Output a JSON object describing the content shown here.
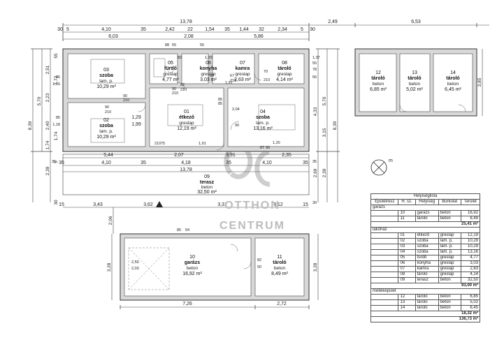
{
  "top_dims": {
    "row1": [
      "13,78",
      "2,49",
      "6,53"
    ],
    "row2": [
      "30",
      "5",
      "4,10",
      "35",
      "2,42",
      "22",
      "1,54",
      "35",
      "1,44",
      "32",
      "2,34",
      "5",
      "30"
    ],
    "row3": [
      "6,03",
      "2,08",
      "5,86"
    ]
  },
  "left_dims": {
    "outer": [
      "8,39"
    ],
    "mid": [
      "5,70"
    ],
    "inner": [
      "2,51",
      "2,23",
      "2,40",
      "1,74",
      "2,39"
    ],
    "edge": [
      "55",
      "1,72",
      "1,74",
      "5",
      "30"
    ],
    "window": [
      "85",
      "1,16",
      "85",
      "1,18"
    ]
  },
  "right_dims": {
    "outer": [
      "8,39"
    ],
    "mid": [
      "5,70"
    ],
    "inner": [
      "4,33",
      "3,15",
      "2,69",
      "2,39"
    ],
    "edge": [
      "1,37",
      "55",
      "78",
      "56",
      "35",
      "35",
      "30"
    ],
    "annex": [
      "3,85"
    ]
  },
  "mid_dims": {
    "row1": [
      "5,44",
      "2,07",
      "3,91",
      "2,35"
    ],
    "row2": [
      "35",
      "4,10",
      "35",
      "4,18",
      "35",
      "4,10",
      "35"
    ],
    "row3": [
      "13,78"
    ],
    "bottom": [
      "15",
      "3,43",
      "3,62",
      "3,31",
      "3,12",
      "15"
    ]
  },
  "garage_dims": {
    "bottom": [
      "7,26",
      "2,72"
    ],
    "left": [
      "3,28"
    ],
    "right": [
      "3,28"
    ],
    "gap": [
      "2,06"
    ],
    "inner": [
      "2,50",
      "2,03",
      "82",
      "50",
      "85",
      "54"
    ]
  },
  "door_notes": [
    "88",
    "55",
    "90",
    "210",
    "55",
    "1,20",
    "82",
    "1,91",
    "67",
    "210",
    "70",
    "210",
    "67",
    "85",
    "82",
    "210",
    "1,29",
    "1,99",
    "90",
    "210",
    "90",
    "210",
    "85",
    "2,04",
    "90",
    "75",
    "210",
    "1,91",
    "87",
    "90",
    "1,20"
  ],
  "rooms": {
    "r01": {
      "num": "01",
      "name": "étkező",
      "mat": "greslap",
      "area": "12,19 m²"
    },
    "r02": {
      "num": "02",
      "name": "szoba",
      "mat": "lam. p.",
      "area": "10,29 m²"
    },
    "r03": {
      "num": "03",
      "name": "szoba",
      "mat": "lam. p.",
      "area": "10,29 m²"
    },
    "r04": {
      "num": "04",
      "name": "szoba",
      "mat": "lam. p.",
      "area": "13,16 m²"
    },
    "r05": {
      "num": "05",
      "name": "fürdő",
      "mat": "greslap",
      "area": "4,77 m²"
    },
    "r06": {
      "num": "06",
      "name": "konyha",
      "mat": "greslap",
      "area": "3,03 m²"
    },
    "r07": {
      "num": "07",
      "name": "kamra",
      "mat": "greslap",
      "area": "2,63 m²"
    },
    "r08": {
      "num": "08",
      "name": "tároló",
      "mat": "greslap",
      "area": "4,14 m²"
    },
    "r09": {
      "num": "09",
      "name": "terasz",
      "mat": "beton",
      "area": "32,50 m²"
    },
    "r10": {
      "num": "10",
      "name": "garázs",
      "mat": "beton",
      "area": "16,92 m²"
    },
    "r11": {
      "num": "11",
      "name": "tároló",
      "mat": "beton",
      "area": "8,49 m²"
    },
    "r12": {
      "num": "12",
      "name": "tároló",
      "mat": "beton",
      "area": "6,85 m²"
    },
    "r13": {
      "num": "13",
      "name": "tároló",
      "mat": "beton",
      "area": "5,02 m²"
    },
    "r14": {
      "num": "14",
      "name": "tároló",
      "mat": "beton",
      "area": "6,45 m²"
    }
  },
  "watermark": {
    "line1": "OTTHON",
    "line2": "CENTRUM"
  },
  "table": {
    "title": "Helyiséglista",
    "headers": [
      "Épületrész",
      "H. sz.",
      "Helyiség",
      "Burkolat",
      "Terület"
    ],
    "groups": [
      {
        "name": "garázs",
        "rows": [
          [
            "10",
            "garázs",
            "beton",
            "16,92"
          ],
          [
            "11",
            "tároló",
            "beton",
            "8,49"
          ]
        ],
        "sum": "25,41 m²"
      },
      {
        "name": "lakóház",
        "rows": [
          [
            "01",
            "étkező",
            "greslap",
            "12,19"
          ],
          [
            "02",
            "szoba",
            "lam. p.",
            "10,29"
          ],
          [
            "03",
            "szoba",
            "lam. p.",
            "10,29"
          ],
          [
            "04",
            "szoba",
            "lam. p.",
            "13,16"
          ],
          [
            "05",
            "fürdő",
            "greslap",
            "4,77"
          ],
          [
            "06",
            "konyha",
            "greslap",
            "3,03"
          ],
          [
            "07",
            "kamra",
            "greslap",
            "2,63"
          ],
          [
            "08",
            "tároló",
            "greslap",
            "4,14"
          ],
          [
            "09",
            "terasz",
            "beton",
            "32,50"
          ]
        ],
        "sum": "93,00 m²"
      },
      {
        "name": "melléképület",
        "rows": [
          [
            "12",
            "tároló",
            "beton",
            "6,85"
          ],
          [
            "13",
            "tároló",
            "beton",
            "5,02"
          ],
          [
            "14",
            "tároló",
            "beton",
            "6,45"
          ]
        ],
        "sum": "18,32 m²"
      }
    ],
    "total": "136,73 m²"
  },
  "north_label": "m"
}
